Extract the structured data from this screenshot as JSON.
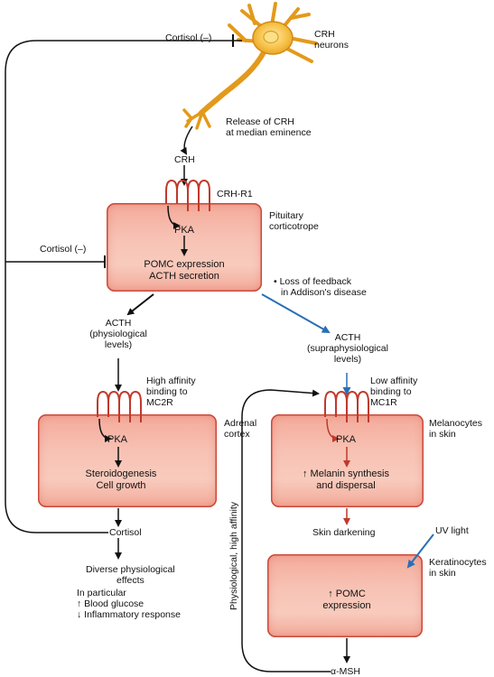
{
  "colors": {
    "box_fill": "#f6b8a8",
    "box_border": "#c94a3a",
    "red_arrow": "#c0392b",
    "blue_arrow": "#2a6fb5",
    "neuron": "#f0a020"
  },
  "labels": {
    "cortisol_top": "Cortisol (–)",
    "crh_neurons": [
      "CRH",
      "neurons"
    ],
    "release_crh": [
      "Release of CRH",
      "at median eminence"
    ],
    "crh": "CRH",
    "crh_r1": "CRH-R1",
    "pituitary": [
      "Pituitary",
      "corticotrope"
    ],
    "cortisol_mid": "Cortisol (–)",
    "pka_pit": "PKA",
    "pomc_expr": [
      "POMC expression",
      "ACTH secretion"
    ],
    "addison": [
      "• Loss of feedback",
      "in Addison's disease"
    ],
    "acth_phys": [
      "ACTH",
      "(physiological",
      "levels)"
    ],
    "acth_supra": [
      "ACTH",
      "(supraphysiological",
      "levels)"
    ],
    "high_aff": [
      "High affinity",
      "binding to",
      "MC2R"
    ],
    "low_aff": [
      "Low affinity",
      "binding to",
      "MC1R"
    ],
    "adrenal": [
      "Adrenal",
      "cortex"
    ],
    "melanocytes": [
      "Melanocytes",
      "in skin"
    ],
    "pka_adr": "PKA",
    "pka_mel": "PKA",
    "steroid": [
      "Steroidogenesis",
      "Cell growth"
    ],
    "melanin": [
      "↑ Melanin synthesis",
      "and dispersal"
    ],
    "physio_vertical": "Physiological, high affinity",
    "cortisol_bottom": "Cortisol",
    "skin_dark": "Skin darkening",
    "uv": "UV light",
    "keratinocytes": [
      "Keratinocytes",
      "in skin"
    ],
    "diverse": [
      "Diverse physiological",
      "effects"
    ],
    "in_particular": [
      "In particular",
      "↑ Blood glucose",
      "↓ Inflammatory response"
    ],
    "pomc_up": [
      "↑ POMC",
      "expression"
    ],
    "alpha_msh": "α-MSH"
  }
}
